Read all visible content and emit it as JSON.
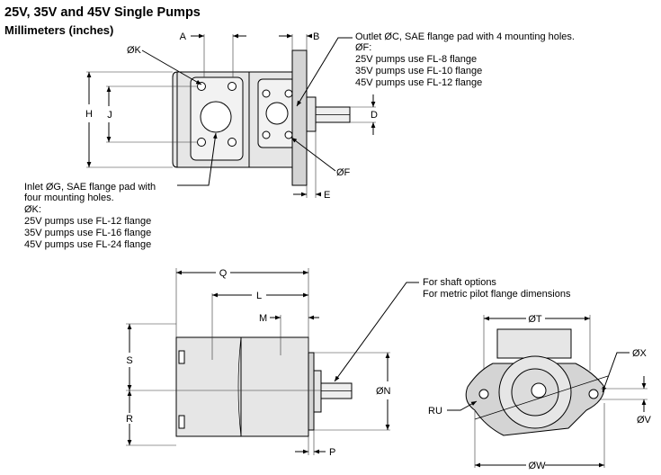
{
  "title": "25V, 35V and 45V Single Pumps",
  "subtitle": "Millimeters (inches)",
  "dims": {
    "A": "A",
    "B": "B",
    "D": "D",
    "E": "E",
    "H": "H",
    "J": "J",
    "K": "ØK",
    "F": "ØF",
    "Q": "Q",
    "L": "L",
    "M": "M",
    "S": "S",
    "R": "R",
    "N": "ØN",
    "P": "P",
    "T": "ØT",
    "X": "ØX",
    "V": "ØV",
    "W": "ØW",
    "RU": "RU"
  },
  "outlet_note": [
    "Outlet ØC, SAE flange pad with 4 mounting holes.",
    "ØF:",
    "25V pumps use FL-8 flange",
    "35V pumps use FL-10 flange",
    "45V pumps use FL-12 flange"
  ],
  "inlet_note": [
    "Inlet ØG, SAE flange pad with",
    "four mounting holes.",
    "ØK:",
    "25V pumps use FL-12 flange",
    "35V pumps use FL-16 flange",
    "45V pumps use FL-24 flange"
  ],
  "shaft_note": [
    "For shaft options",
    "For metric pilot flange dimensions"
  ]
}
